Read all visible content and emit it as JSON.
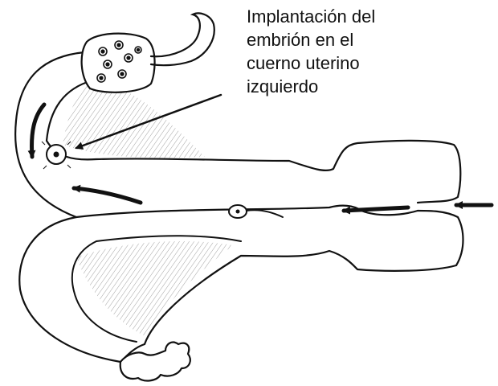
{
  "caption": {
    "lines": [
      "Implantación del",
      "embrión en el",
      "cuerno uterino",
      "izquierdo"
    ]
  },
  "colors": {
    "ink": "#111111",
    "background": "#ffffff",
    "hatch": "#8a8a8a"
  }
}
